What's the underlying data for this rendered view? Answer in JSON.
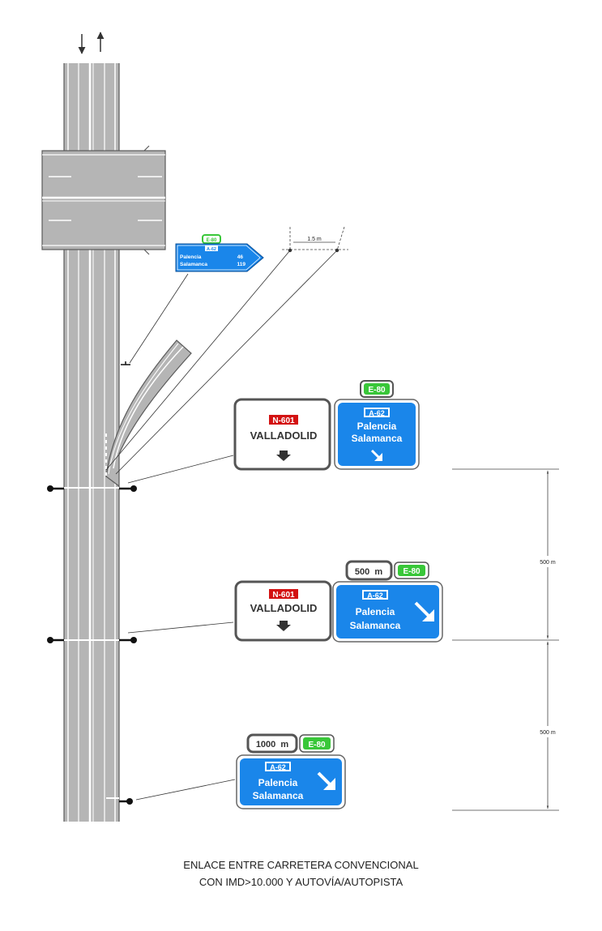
{
  "colors": {
    "road": "#b5b5b5",
    "road_edge": "#5a5a5a",
    "blue": "#1a86ea",
    "green": "#39c739",
    "red": "#d31212",
    "sign_border": "#555555"
  },
  "top_sign": {
    "road_badge": "E-80",
    "motorway_badge": "A-62",
    "rows": [
      {
        "city": "Palencia",
        "km": "46"
      },
      {
        "city": "Salamanca",
        "km": "119"
      }
    ]
  },
  "dimension_top": "1.5 m",
  "sign_group_1": {
    "white_sign": {
      "road_badge": "N-601",
      "city": "VALLADOLID",
      "arrow": "down-arrow-icon"
    },
    "blue_sign": {
      "badge": "A-62",
      "line1": "Palencia",
      "line2": "Salamanca",
      "arrow": "diagonal-arrow-icon"
    },
    "green_badge": "E-80"
  },
  "sign_group_2": {
    "distance": "500  m",
    "green_badge": "E-80",
    "white_sign": {
      "road_badge": "N-601",
      "city": "VALLADOLID",
      "arrow": "down-arrow-icon"
    },
    "blue_sign": {
      "badge": "A-62",
      "line1": "Palencia",
      "line2": "Salamanca",
      "arrow": "diagonal-arrow-icon"
    }
  },
  "sign_group_3": {
    "distance": "1000  m",
    "green_badge": "E-80",
    "blue_sign": {
      "badge": "A-62",
      "line1": "Palencia",
      "line2": "Salamanca",
      "arrow": "diagonal-arrow-icon"
    }
  },
  "dimensions": {
    "upper": "500 m",
    "lower": "500 m"
  },
  "caption": {
    "line1": "ENLACE ENTRE CARRETERA CONVENCIONAL",
    "line2": "CON IMD>10.000 Y AUTOVÍA/AUTOPISTA"
  }
}
